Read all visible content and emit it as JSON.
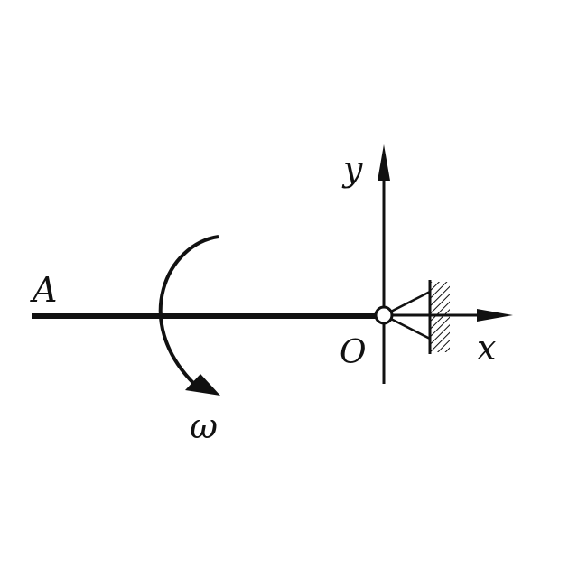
{
  "labels": {
    "point_a": "A",
    "origin": "O",
    "axis_x": "x",
    "axis_y": "y",
    "angular_velocity": "ω"
  },
  "colors": {
    "ink": "#111111",
    "background": "#ffffff"
  }
}
